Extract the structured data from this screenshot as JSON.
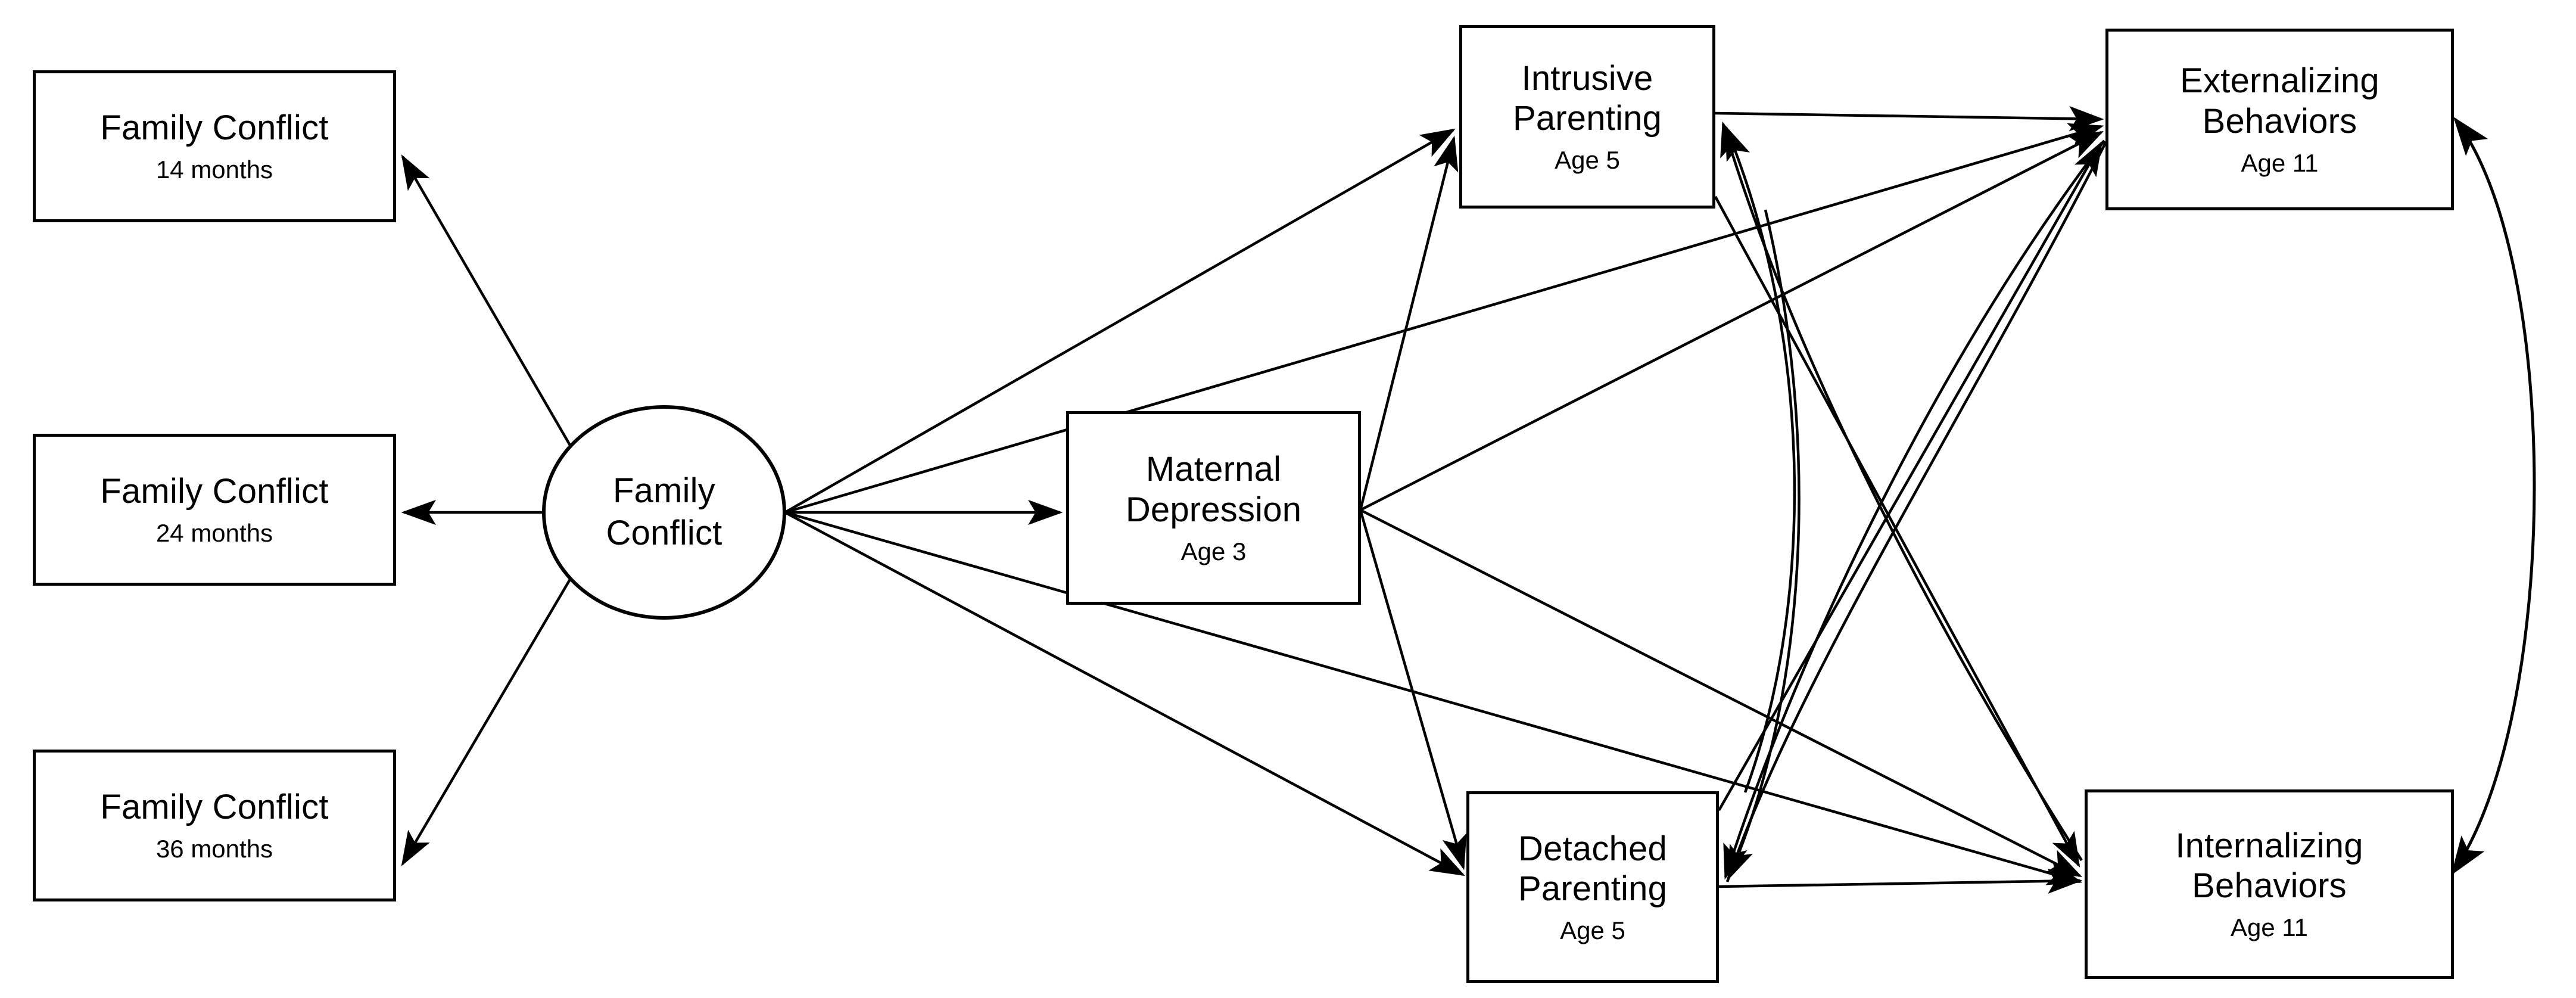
{
  "diagram": {
    "type": "path-model",
    "title": "",
    "background": "#ffffff",
    "stroke_color": "#000000"
  },
  "nodes": {
    "family_conflict_14": {
      "label": "Family Conflict",
      "sublabel": "14 months",
      "shape": "rectangle"
    },
    "family_conflict_24": {
      "label": "Family Conflict",
      "sublabel": "24 months",
      "shape": "rectangle"
    },
    "family_conflict_36": {
      "label": "Family Conflict",
      "sublabel": "36 months",
      "shape": "rectangle"
    },
    "family_conflict_latent": {
      "label": "Family\nConflict",
      "sublabel": "",
      "shape": "ellipse"
    },
    "maternal_depression": {
      "label": "Maternal\nDepression",
      "sublabel": "Age 3",
      "shape": "rectangle"
    },
    "intrusive_parenting": {
      "label": "Intrusive\nParenting",
      "sublabel": "Age 5",
      "shape": "rectangle"
    },
    "detached_parenting": {
      "label": "Detached\nParenting",
      "sublabel": "Age 5",
      "shape": "rectangle"
    },
    "externalizing_behaviors": {
      "label": "Externalizing\nBehaviors",
      "sublabel": "Age 11",
      "shape": "rectangle"
    },
    "internalizing_behaviors": {
      "label": "Internalizing\nBehaviors",
      "sublabel": "Age 11",
      "shape": "rectangle"
    }
  },
  "edges": [
    {
      "from": "family_conflict_latent",
      "to": "family_conflict_14",
      "kind": "directed"
    },
    {
      "from": "family_conflict_latent",
      "to": "family_conflict_24",
      "kind": "directed"
    },
    {
      "from": "family_conflict_latent",
      "to": "family_conflict_36",
      "kind": "directed"
    },
    {
      "from": "family_conflict_latent",
      "to": "maternal_depression",
      "kind": "directed"
    },
    {
      "from": "family_conflict_latent",
      "to": "intrusive_parenting",
      "kind": "directed"
    },
    {
      "from": "family_conflict_latent",
      "to": "detached_parenting",
      "kind": "directed"
    },
    {
      "from": "family_conflict_latent",
      "to": "externalizing_behaviors",
      "kind": "directed"
    },
    {
      "from": "family_conflict_latent",
      "to": "internalizing_behaviors",
      "kind": "directed"
    },
    {
      "from": "maternal_depression",
      "to": "intrusive_parenting",
      "kind": "directed"
    },
    {
      "from": "maternal_depression",
      "to": "detached_parenting",
      "kind": "directed"
    },
    {
      "from": "maternal_depression",
      "to": "externalizing_behaviors",
      "kind": "directed"
    },
    {
      "from": "maternal_depression",
      "to": "internalizing_behaviors",
      "kind": "directed"
    },
    {
      "from": "intrusive_parenting",
      "to": "externalizing_behaviors",
      "kind": "directed"
    },
    {
      "from": "intrusive_parenting",
      "to": "internalizing_behaviors",
      "kind": "directed"
    },
    {
      "from": "detached_parenting",
      "to": "externalizing_behaviors",
      "kind": "directed"
    },
    {
      "from": "detached_parenting",
      "to": "internalizing_behaviors",
      "kind": "directed"
    },
    {
      "from": "externalizing_behaviors",
      "to": "intrusive_parenting",
      "kind": "directed"
    },
    {
      "from": "externalizing_behaviors",
      "to": "detached_parenting",
      "kind": "directed"
    },
    {
      "from": "internalizing_behaviors",
      "to": "intrusive_parenting",
      "kind": "directed"
    },
    {
      "from": "internalizing_behaviors",
      "to": "detached_parenting",
      "kind": "directed"
    },
    {
      "from": "externalizing_behaviors",
      "to": "internalizing_behaviors",
      "kind": "bidirectional-curved"
    }
  ]
}
